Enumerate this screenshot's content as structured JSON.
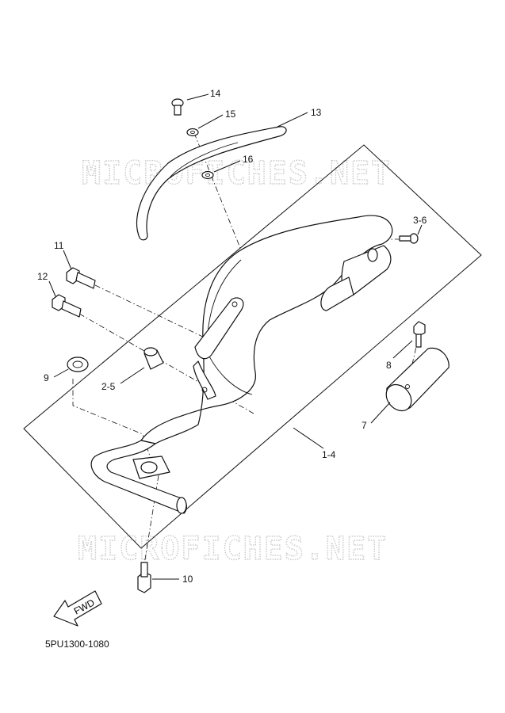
{
  "diagram_number": "5PU1300-1080",
  "watermark": "MICROFICHES.NET",
  "direction_arrow": "FWD",
  "callouts": {
    "c14": "14",
    "c15": "15",
    "c13": "13",
    "c16": "16",
    "c36": "3-6",
    "c11": "11",
    "c12": "12",
    "c8": "8",
    "c9": "9",
    "c25": "2-5",
    "c7": "7",
    "c14b": "1-4",
    "c10": "10"
  }
}
